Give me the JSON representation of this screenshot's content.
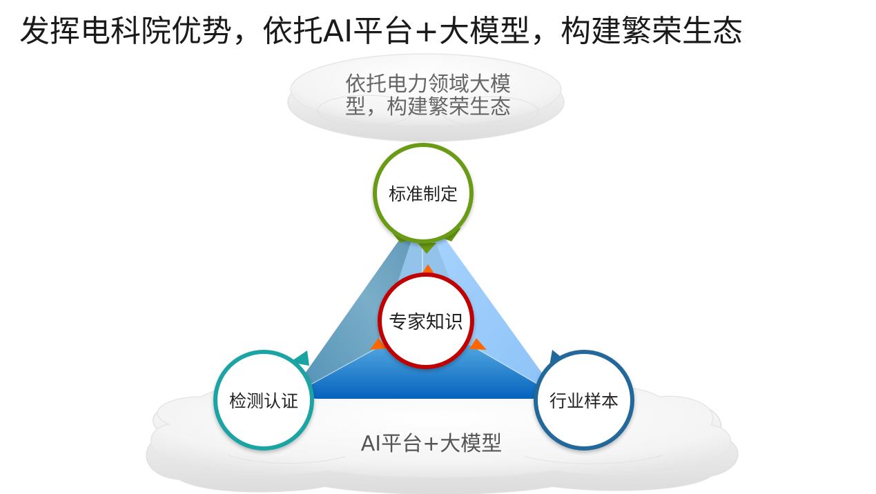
{
  "title": "发挥电科院优势，依托AI平台+大模型，构建繁荣生态",
  "top_cloud": {
    "line1": "依托电力领域大模",
    "line2": "型，构建繁荣生态"
  },
  "bottom_cloud": {
    "label": "AI平台+大模型"
  },
  "nodes": {
    "top": "标准制定",
    "center": "专家知识",
    "left": "检测认证",
    "right": "行业样本"
  },
  "colors": {
    "green": "#6b9b12",
    "red": "#c00000",
    "teal": "#1aa3a3",
    "blue": "#23689b",
    "orange": "#ff6600",
    "light_blue": "#9fcdfc",
    "steel_blue": "#6fa7c5",
    "deep_blue": "#0a6dc5"
  }
}
